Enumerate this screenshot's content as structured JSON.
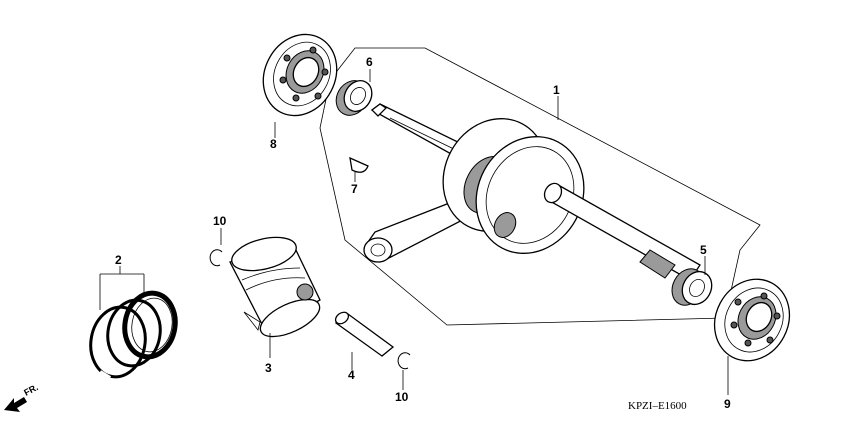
{
  "callouts": [
    {
      "id": "1",
      "label": "1"
    },
    {
      "id": "2",
      "label": "2"
    },
    {
      "id": "3",
      "label": "3"
    },
    {
      "id": "4",
      "label": "4"
    },
    {
      "id": "5",
      "label": "5"
    },
    {
      "id": "6",
      "label": "6"
    },
    {
      "id": "7",
      "label": "7"
    },
    {
      "id": "8",
      "label": "8"
    },
    {
      "id": "9",
      "label": "9"
    },
    {
      "id": "10a",
      "label": "10"
    },
    {
      "id": "10b",
      "label": "10"
    }
  ],
  "drawing_code": "KPZI–E1600",
  "direction": {
    "label": "FR.",
    "icon": "front-arrow-icon"
  }
}
